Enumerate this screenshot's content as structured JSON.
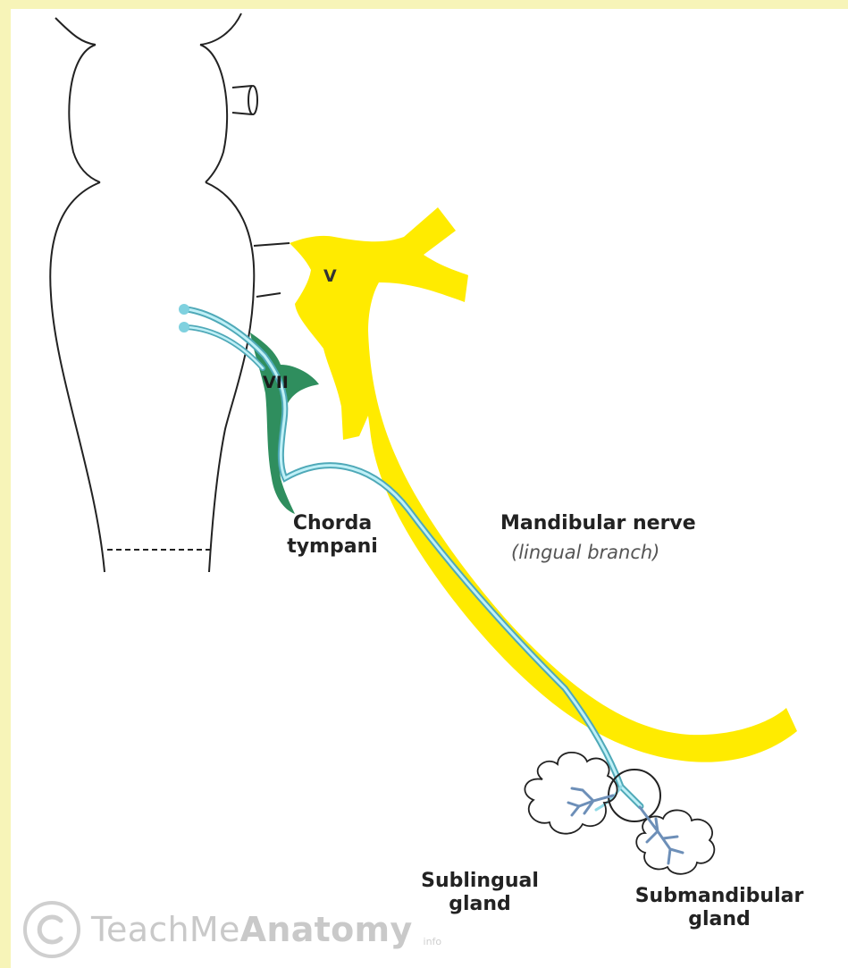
{
  "labels": {
    "cn_v": "V",
    "cn_vii": "VII",
    "chorda_line1": "Chorda",
    "chorda_line2": "tympani",
    "mandibular": "Mandibular nerve",
    "lingual": "(lingual branch)",
    "sublingual_line1": "Sublingual",
    "sublingual_line2": "gland",
    "submandibular_line1": "Submandibular",
    "submandibular_line2": "gland"
  },
  "watermark": {
    "brand_light": "TeachMe",
    "brand_bold": "Anatomy",
    "suffix": "info"
  },
  "colors": {
    "background": "#f7f4b8",
    "trigeminal": "#ffeb00",
    "facial": "#2f8e5e",
    "parasympathetic": "#8fd9e6",
    "gland_ducts": "#6d8fb8",
    "outline": "#222222"
  }
}
